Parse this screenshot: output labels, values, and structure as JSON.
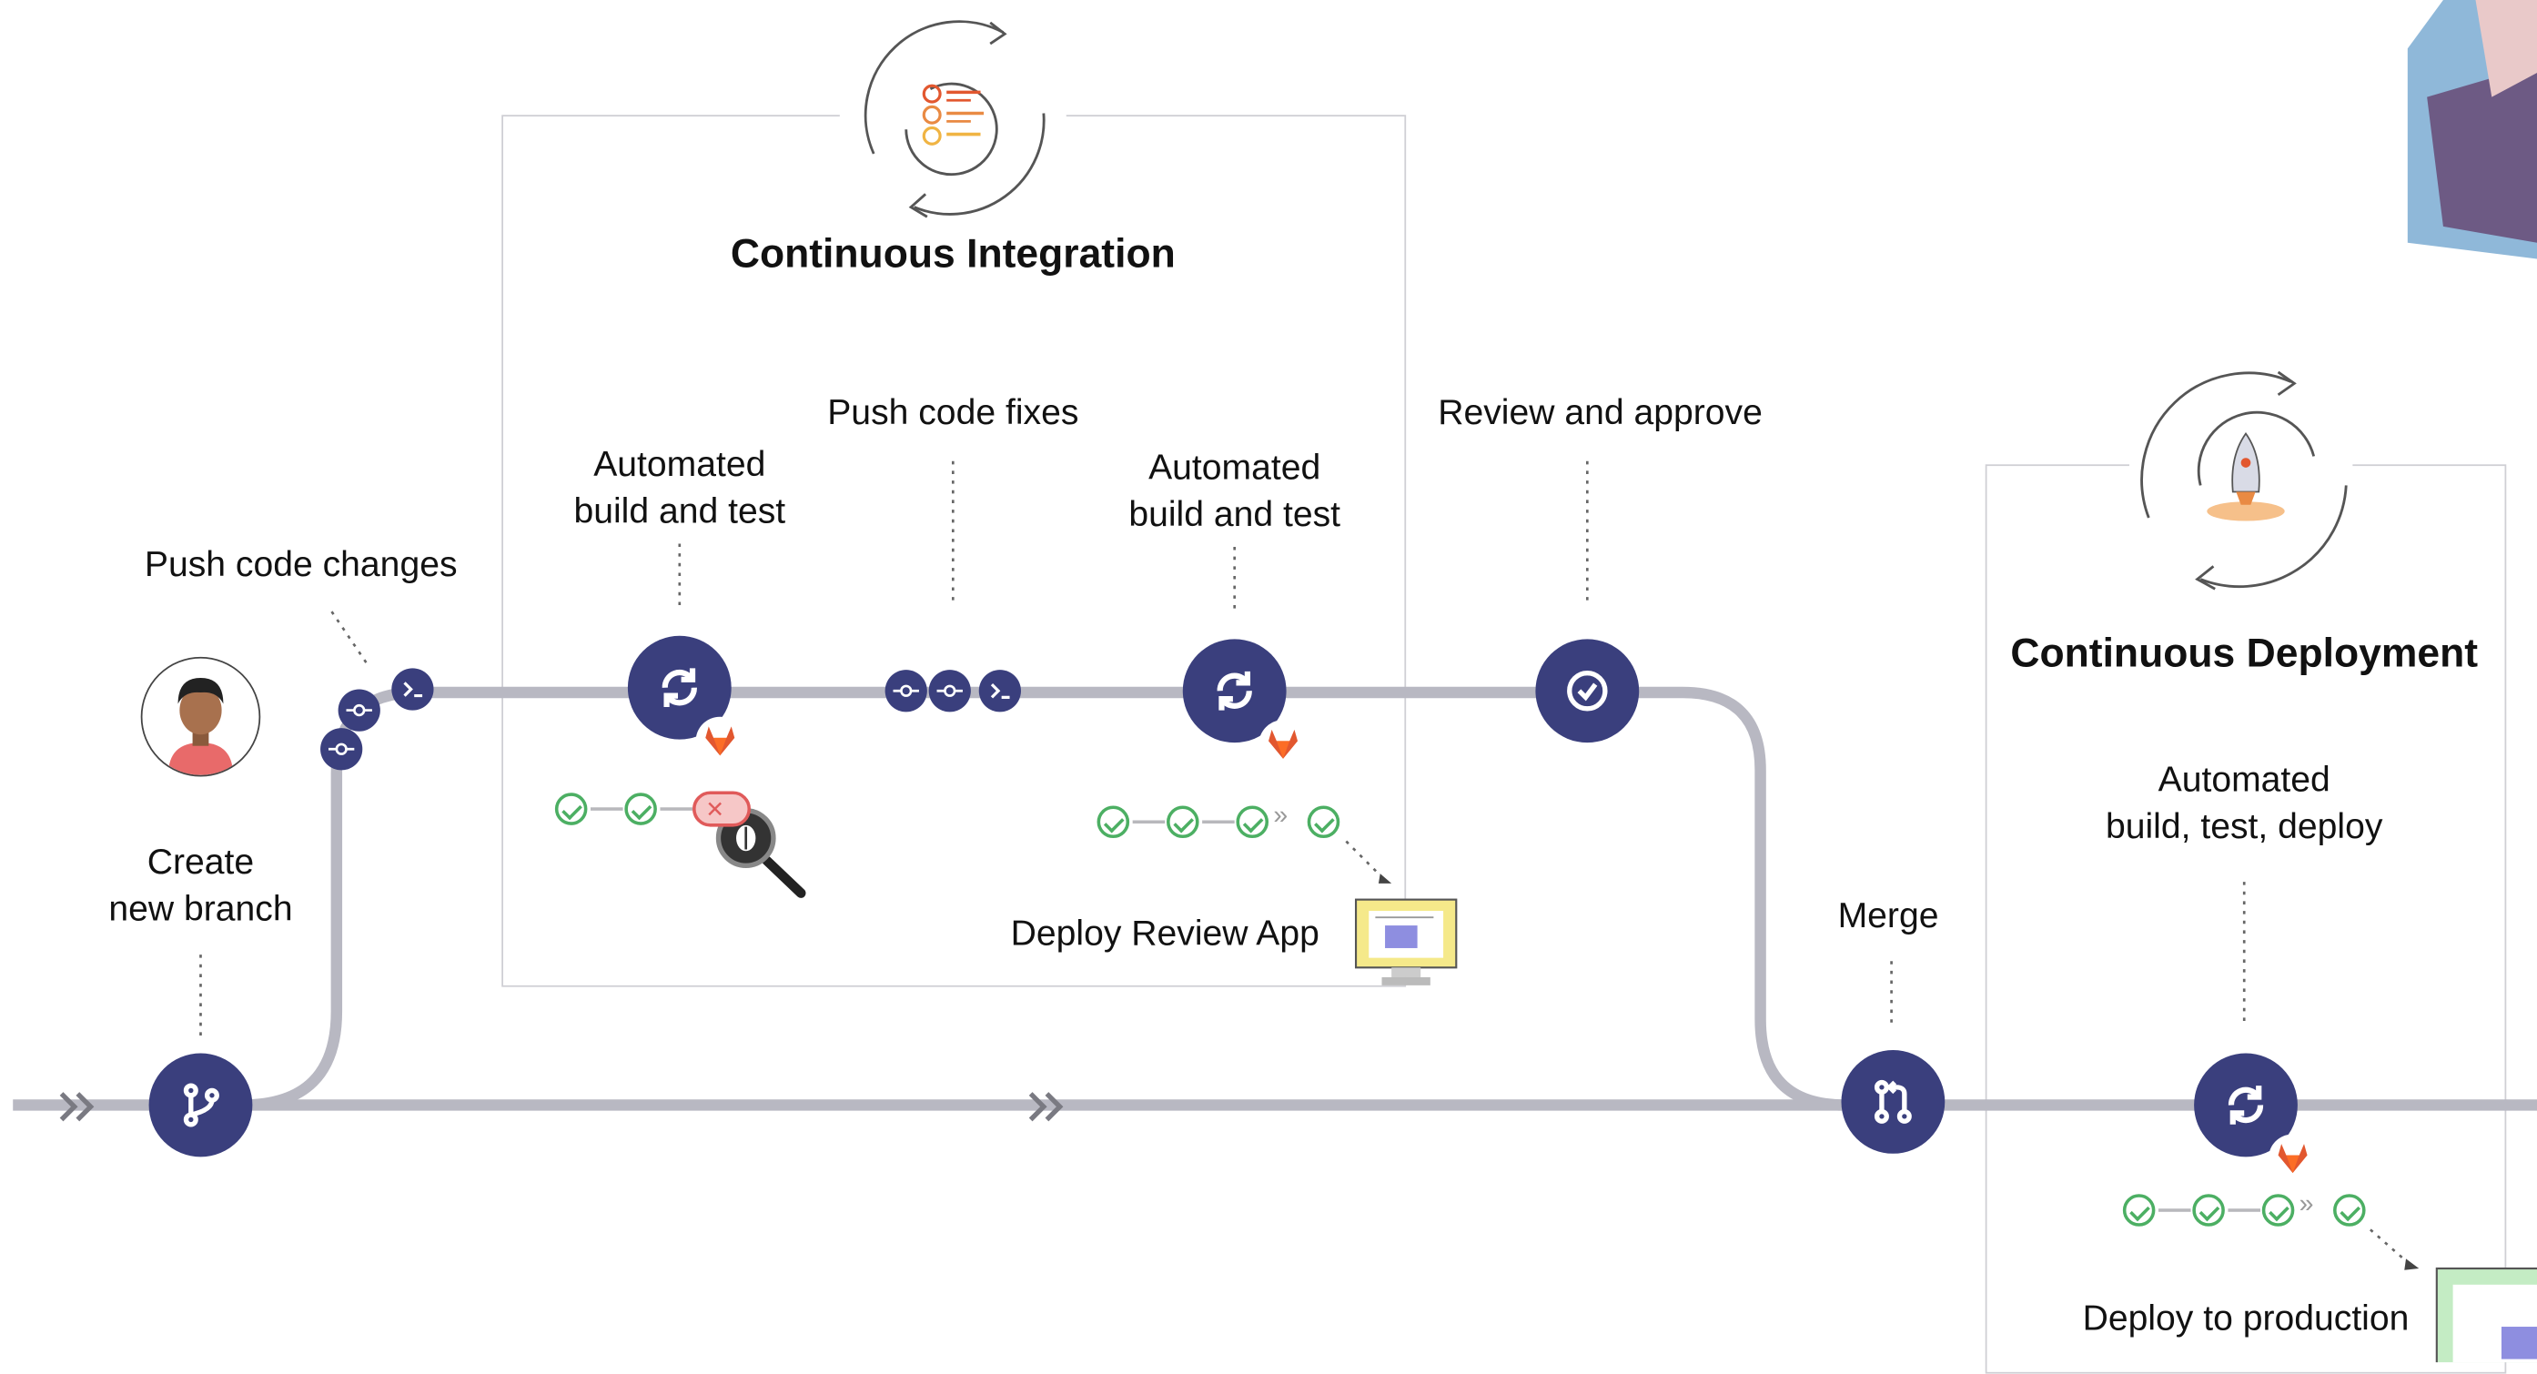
{
  "title_ci": "Continuous Integration",
  "title_cd": "Continuous Deployment",
  "labels": {
    "push_code_changes": "Push code changes",
    "create_new_branch_1": "Create",
    "create_new_branch_2": "new branch",
    "automated_1a": "Automated",
    "automated_1b": "build and test",
    "push_code_fixes": "Push code fixes",
    "automated_2a": "Automated",
    "automated_2b": "build and test",
    "review_approve": "Review and approve",
    "deploy_review_app": "Deploy Review App",
    "merge": "Merge",
    "automated_3a": "Automated",
    "automated_3b": "build, test, deploy",
    "deploy_production": "Deploy to production"
  },
  "colors": {
    "node": "#3a3f7d",
    "track": "#b8b8c2",
    "success": "#4caf63",
    "failure": "#e05a5a",
    "box_border": "#cfcfd4",
    "ci_icon": "#e2572f",
    "cd_icon": "#e98a43"
  },
  "icons": [
    "branch-icon",
    "commit-icon",
    "terminal-icon",
    "sync-icon",
    "check-icon",
    "merge-request-icon",
    "gitlab-fox-icon",
    "bug-magnifier-icon",
    "monitor-icon",
    "rocket-icon",
    "checklist-icon",
    "avatar-icon"
  ]
}
